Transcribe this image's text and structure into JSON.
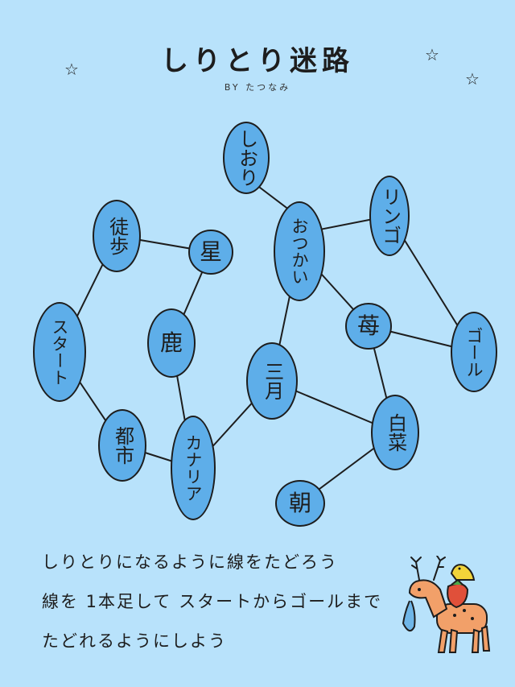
{
  "title": "しりとり迷路",
  "byline": "BY たつなみ",
  "nodes": {
    "shiori": "しおり",
    "tohofu": "徒歩",
    "hoshi": "星",
    "okozukai": "おつかい",
    "ringo": "リンゴ",
    "start": "スタート",
    "shika": "鹿",
    "ichigo": "苺",
    "goal": "ゴール",
    "sangatsu": "三月",
    "toshi": "都市",
    "kanaria": "カナリア",
    "hakusai": "白菜",
    "asa": "朝"
  },
  "instructions": {
    "line1": "しりとりになるように線をたどろう",
    "line2": "線を 1本足して スタートからゴールまで",
    "line3": "たどれるようにしよう"
  },
  "colors": {
    "background": "#b8e2fb",
    "node_fill": "#5eaee9",
    "stroke": "#1d1d1d"
  }
}
